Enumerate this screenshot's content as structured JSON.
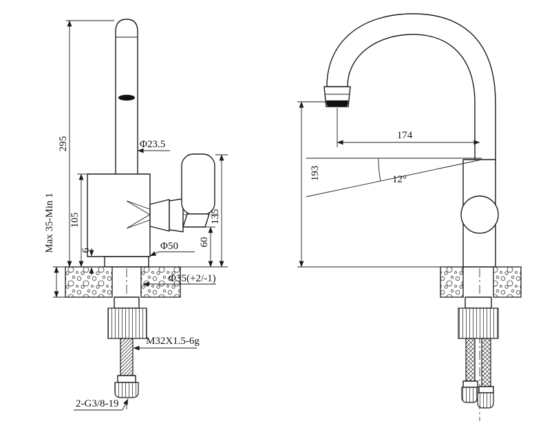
{
  "colors": {
    "line": "#1a1a1a",
    "background": "#ffffff"
  },
  "front_view": {
    "dimensions": {
      "spout_height": "295",
      "body_height": "105",
      "base_height": "6",
      "deck_thickness": "Max 35-Min 1",
      "spout_diameter": "Φ23.5",
      "body_diameter": "Φ50",
      "hole_diameter": "Φ35(+2/-1)",
      "handle_height": "135",
      "handle_base_height": "60",
      "shank_thread": "M32X1.5-6g",
      "hose_thread": "2-G3/8-19"
    }
  },
  "side_view": {
    "dimensions": {
      "spout_reach": "174",
      "outlet_height": "193",
      "spout_angle": "12°"
    }
  }
}
